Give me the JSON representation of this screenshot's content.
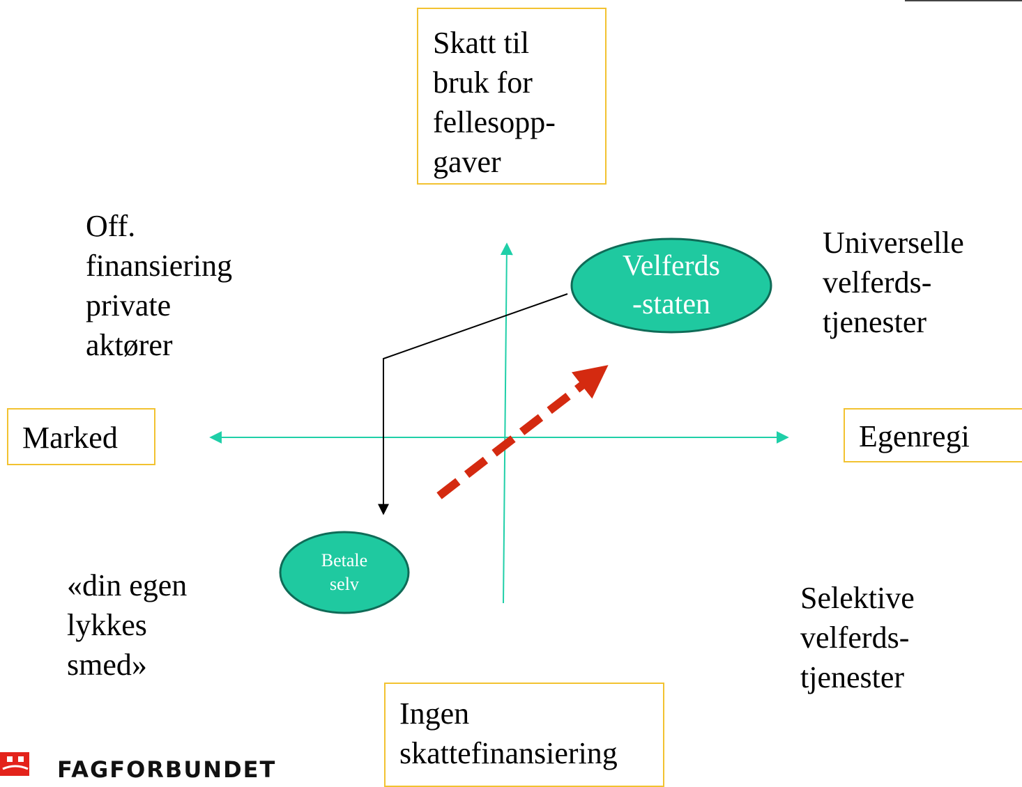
{
  "axes": {
    "top": "Skatt til\nbruk for\nfellesopp-\ngaver",
    "bottom": "Ingen\nskattefinansiering",
    "left": "Marked",
    "right": "Egenregi"
  },
  "quadrants": {
    "top_left": "Off.\nfinansiering\nprivate\naktører",
    "top_right": "Universelle\nvelferds-\ntjenester",
    "bottom_left": "«din egen\nlykkes\nsmed»",
    "bottom_right": "Selektive\nvelferds-\ntjenester"
  },
  "ellipses": {
    "velferdsstaten": "Velferds\n-staten",
    "betale_selv": "Betale\nselv"
  },
  "logo": {
    "text": "FAGFORBUNDET"
  },
  "colors": {
    "axis": "#1fcfa8",
    "ellipse_fill": "#1fc9a0",
    "ellipse_stroke": "#0f6b57",
    "box_border": "#f2c230",
    "dashed_arrow": "#d42a10",
    "logo_red": "#e3231b"
  }
}
